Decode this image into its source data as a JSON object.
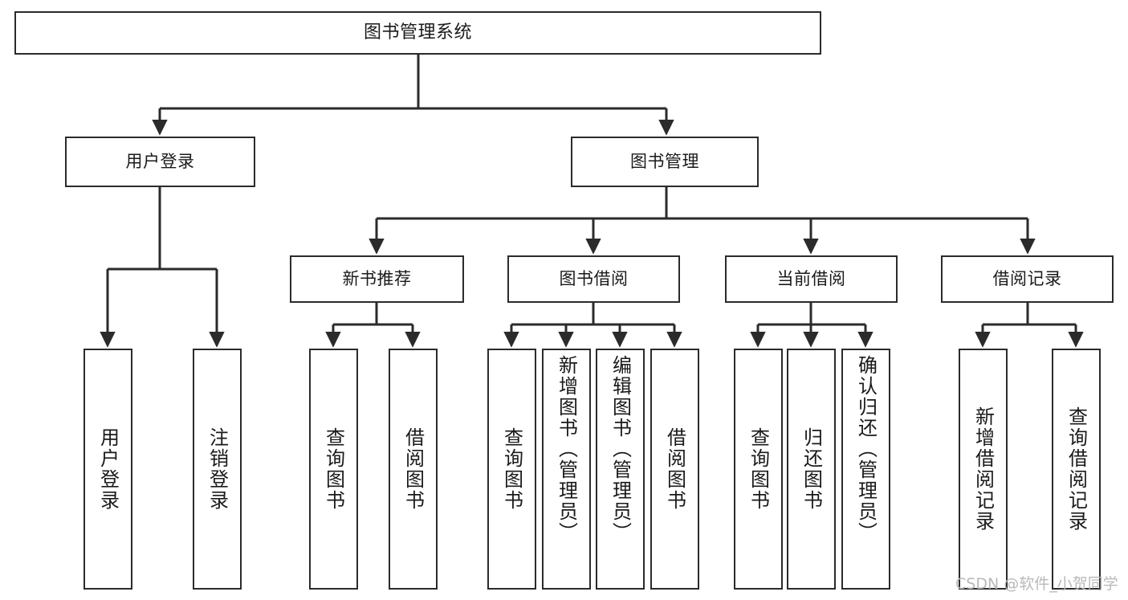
{
  "diagram": {
    "title": "图书管理系统",
    "type": "tree",
    "root": {
      "label": "图书管理系统"
    },
    "level1": [
      {
        "label": "用户登录"
      },
      {
        "label": "图书管理"
      }
    ],
    "level2": [
      {
        "label": "新书推荐",
        "parent": "图书管理"
      },
      {
        "label": "图书借阅",
        "parent": "图书管理"
      },
      {
        "label": "当前借阅",
        "parent": "图书管理"
      },
      {
        "label": "借阅记录",
        "parent": "图书管理"
      }
    ],
    "leaves": {
      "user_login": [
        {
          "label": "用户登录"
        },
        {
          "label": "注销登录"
        }
      ],
      "new_book_recommend": [
        {
          "label": "查询图书"
        },
        {
          "label": "借阅图书"
        }
      ],
      "book_borrow": [
        {
          "label": "查询图书"
        },
        {
          "label": "新增图书（管理员）"
        },
        {
          "label": "编辑图书（管理员）"
        },
        {
          "label": "借阅图书"
        }
      ],
      "current_borrow": [
        {
          "label": "查询图书"
        },
        {
          "label": "归还图书"
        },
        {
          "label": "确认归还（管理员）"
        }
      ],
      "borrow_record": [
        {
          "label": "新增借阅记录"
        },
        {
          "label": "查询借阅记录"
        }
      ]
    }
  },
  "watermark": {
    "text": "CSDN @软件_小贺同学"
  },
  "colors": {
    "border": "#2b2b2b",
    "background": "#ffffff",
    "text": "#1a1a1a",
    "watermark": "#b9b9b9"
  }
}
